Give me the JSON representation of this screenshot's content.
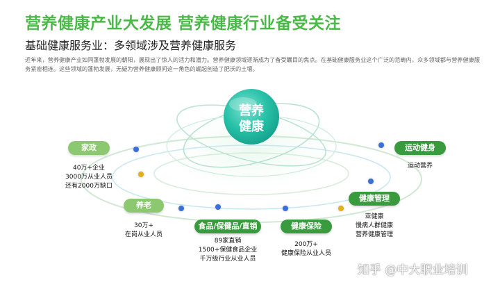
{
  "title": "营养健康产业大发展 营养健康行业备受关注",
  "subtitle": "基础健康服务业：多领域涉及营养健康服务",
  "paragraph": "近年来，营养健康产业如同蓬勃发展的朝阳，展现出了惊人的活力和潜力。营养健康领域逐渐成为了备受瞩目的焦点。在基础健康服务业这个广泛的范畴内，众多领域都与营养健康服务紧密相连。这些领域的蓬勃发展，无疑为营养健康顾问这一角色的崛起创造了肥沃的土壤。",
  "center": {
    "line1": "营养",
    "line2": "健康"
  },
  "nodes": {
    "jiazheng": {
      "label": "家政",
      "lines": [
        "40万+企业",
        "3000万从业人员",
        "还有2000万缺口"
      ]
    },
    "yanglao": {
      "label": "养老",
      "lines": [
        "30万+",
        "在岗从业人员"
      ]
    },
    "shipin": {
      "label": "食品/保健品/直销",
      "lines": [
        "89家直销",
        "1500+保健食品企业",
        "千万级行业从业人员"
      ]
    },
    "baoxian": {
      "label": "健康保险",
      "lines": [
        "200万+",
        "健康保险从业人员"
      ]
    },
    "guanli": {
      "label": "健康管理",
      "lines": [
        "亚健康",
        "慢病人群健康",
        "营养健康管理"
      ]
    },
    "yundong": {
      "label": "运动健身",
      "lines": [
        "运动营养"
      ]
    }
  },
  "watermark": "知乎 @中大职业培训",
  "colors": {
    "title_green": "#4cb84a",
    "pill_green_light": "#8cc870",
    "pill_green_dark": "#3a9a3e",
    "dot_blue": "#3b6fd8",
    "dot_gold": "#e0b020"
  }
}
